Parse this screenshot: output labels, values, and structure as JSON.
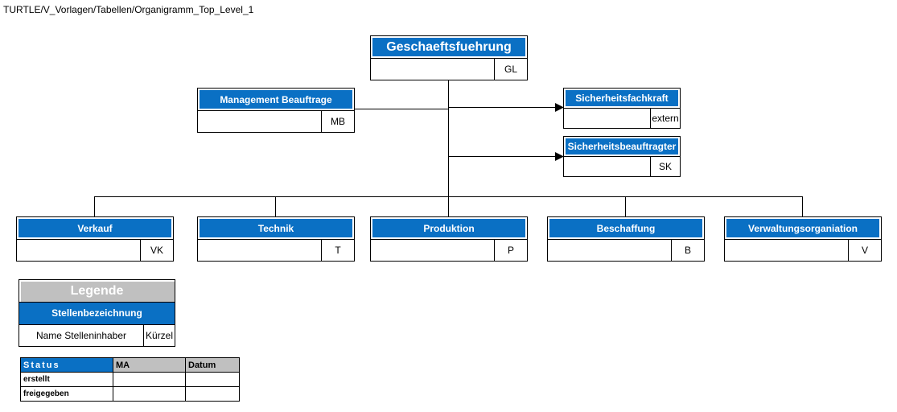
{
  "path": "TURTLE/V_Vorlagen/Tabellen/Organigramm_Top_Level_1",
  "top": {
    "title": "Geschaeftsfuehrung",
    "code": "GL"
  },
  "management": {
    "title": "Management  Beauftrage",
    "code": "MB"
  },
  "sifa": {
    "title": "Sicherheitsfachkraft",
    "code": "extern"
  },
  "sibe": {
    "title": "Sicherheitsbeauftragter",
    "code": "SK"
  },
  "departments": [
    {
      "title": "Verkauf",
      "code": "VK"
    },
    {
      "title": "Technik",
      "code": "T"
    },
    {
      "title": "Produktion",
      "code": "P"
    },
    {
      "title": "Beschaffung",
      "code": "B"
    },
    {
      "title": "Verwaltungsorganiation",
      "code": "V"
    }
  ],
  "legend": {
    "header": "Legende",
    "title": "Stellenbezeichnung",
    "name": "Name Stelleninhaber",
    "code": "Kürzel"
  },
  "status": {
    "header": "Status",
    "col_ma": "MA",
    "col_date": "Datum",
    "rows": [
      "erstellt",
      "freigegeben"
    ]
  },
  "colors": {
    "accent": "#0a70c4",
    "gray": "#c0c0c0"
  }
}
